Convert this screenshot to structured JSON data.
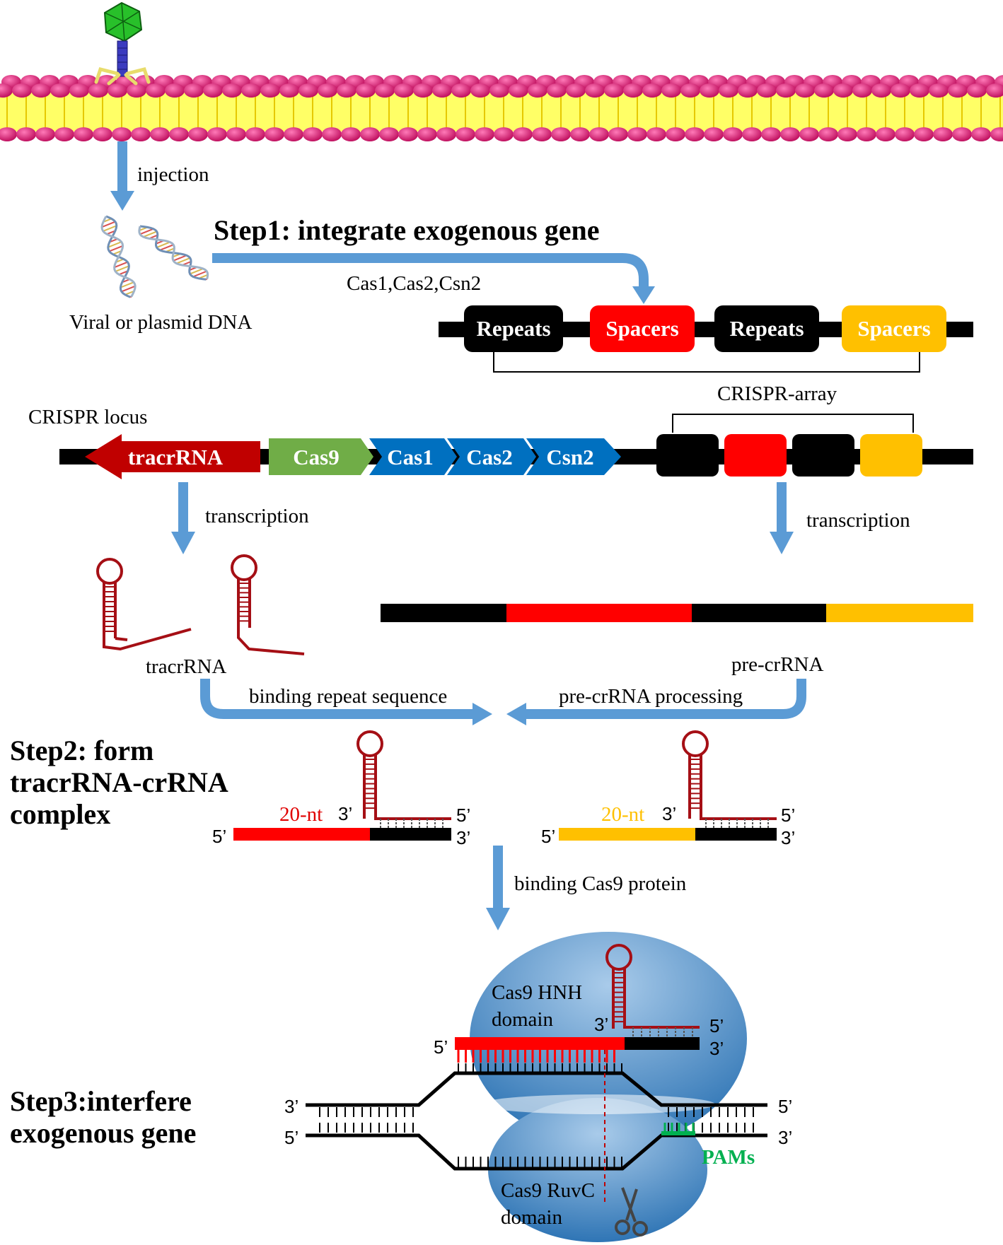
{
  "labels": {
    "injection": "injection",
    "viral_dna": "Viral or plasmid DNA",
    "cas_genes": "Cas1,Cas2,Csn2",
    "crispr_locus": "CRISPR locus",
    "crispr_array": "CRISPR-array",
    "transcription_left": "transcription",
    "transcription_right": "transcription",
    "tracrrna": "tracrRNA",
    "pre_crrna": "pre-crRNA",
    "binding_repeat": "binding repeat sequence",
    "pre_crrna_processing": "pre-crRNA processing",
    "binding_cas9": "binding Cas9 protein",
    "hnh_domain": "Cas9 HNH domain",
    "ruvc_domain": "Cas9 RuvC domain",
    "pams": "PAMs",
    "nt_left": "20-nt",
    "nt_right": "20-nt",
    "five_prime": "5’",
    "three_prime": "3’"
  },
  "steps": {
    "step1": "Step1:  integrate exogenous gene",
    "step2": "Step2: form tracrRNA-crRNA complex",
    "step3": "Step3:interfere exogenous gene"
  },
  "array_boxes": [
    "Repeats",
    "Spacers",
    "Repeats",
    "Spacers"
  ],
  "locus_genes": {
    "tracr": "tracrRNA",
    "cas9": "Cas9",
    "cas1": "Cas1",
    "cas2": "Cas2",
    "csn2": "Csn2"
  },
  "colors": {
    "repeat": "#000000",
    "spacer1": "#ff0000",
    "spacer2": "#ffc000",
    "arrow": "#5b9bd5",
    "tracr": "#c00000",
    "cas9_gene": "#70ad47",
    "cas_genes": "#0070c0",
    "rna": "#a50f15",
    "pam": "#00b050",
    "membrane_head": "#e91e8c",
    "membrane_core": "#ffff66"
  }
}
